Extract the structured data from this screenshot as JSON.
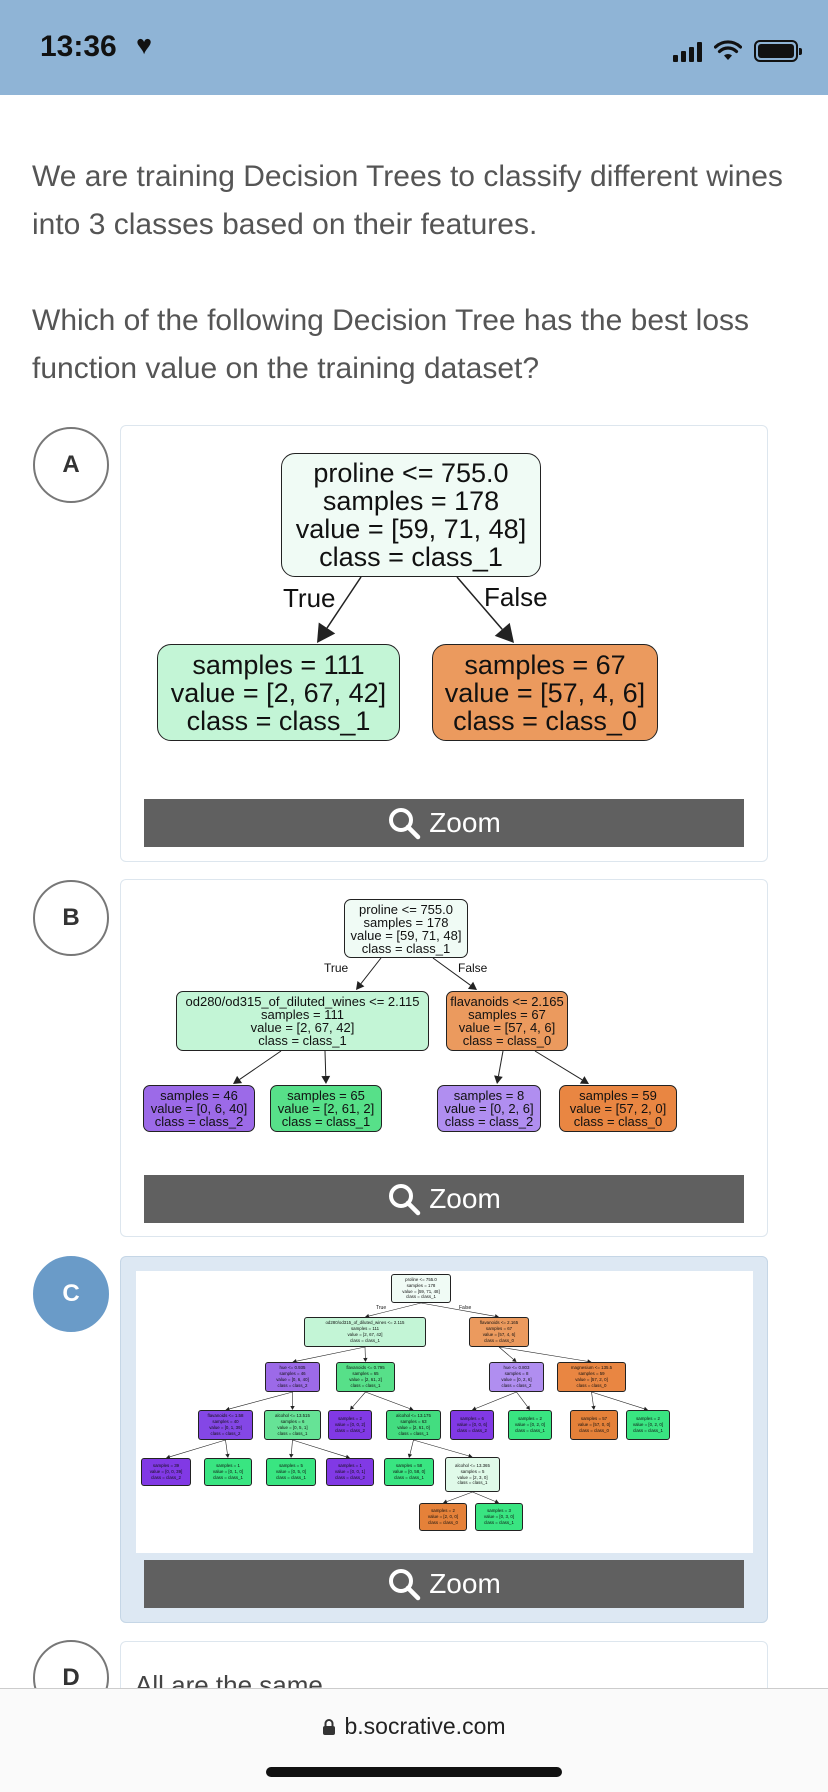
{
  "status": {
    "time": "13:36",
    "heart": "♥"
  },
  "question": {
    "line1": "We are training Decision Trees to classify different wines into 3 classes based on their features.",
    "line2": "Which of the following Decision Tree has the best loss function value on the training dataset?"
  },
  "options": [
    {
      "letter": "A",
      "zoom_label": "Zoom"
    },
    {
      "letter": "B",
      "zoom_label": "Zoom"
    },
    {
      "letter": "C",
      "zoom_label": "Zoom"
    },
    {
      "letter": "D",
      "text": "All are the same"
    }
  ],
  "trees": {
    "a": {
      "root": [
        "proline <= 755.0",
        "samples = 178",
        "value = [59, 71, 48]",
        "class = class_1"
      ],
      "true_label": "True",
      "false_label": "False",
      "left": [
        "samples = 111",
        "value = [2, 67, 42]",
        "class = class_1"
      ],
      "right": [
        "samples = 67",
        "value = [57, 4, 6]",
        "class = class_0"
      ]
    },
    "b": {
      "root": [
        "proline <= 755.0",
        "samples = 178",
        "value = [59, 71, 48]",
        "class = class_1"
      ],
      "true_label": "True",
      "false_label": "False",
      "l": [
        "od280/od315_of_diluted_wines <= 2.115",
        "samples = 111",
        "value = [2, 67, 42]",
        "class = class_1"
      ],
      "r": [
        "flavanoids <= 2.165",
        "samples = 67",
        "value = [57, 4, 6]",
        "class = class_0"
      ],
      "ll": [
        "samples = 46",
        "value = [0, 6, 40]",
        "class = class_2"
      ],
      "lr": [
        "samples = 65",
        "value = [2, 61, 2]",
        "class = class_1"
      ],
      "rl": [
        "samples = 8",
        "value = [0, 2, 6]",
        "class = class_2"
      ],
      "rr": [
        "samples = 59",
        "value = [57, 2, 0]",
        "class = class_0"
      ]
    },
    "c": {
      "true_label": "True",
      "false_label": "False",
      "nodes": [
        {
          "id": "root",
          "lines": [
            "proline <= 755.0",
            "samples = 178",
            "value = [59, 71, 48]",
            "class = class_1"
          ],
          "fill": "#f0fbf5"
        },
        {
          "id": "l",
          "lines": [
            "od280/od315_of_diluted_wines <= 2.115",
            "samples = 111",
            "value = [2, 67, 42]",
            "class = class_1"
          ],
          "fill": "#c3f5d6"
        },
        {
          "id": "r",
          "lines": [
            "flavanoids <= 2.165",
            "samples = 67",
            "value = [57, 4, 6]",
            "class = class_0"
          ],
          "fill": "#eb9a5e"
        },
        {
          "id": "ll",
          "lines": [
            "hue <= 0.935",
            "samples = 46",
            "value = [0, 6, 40]",
            "class = class_2"
          ],
          "fill": "#9c6ae8"
        },
        {
          "id": "lr",
          "lines": [
            "flavanoids <= 0.795",
            "samples = 65",
            "value = [2, 61, 2]",
            "class = class_1"
          ],
          "fill": "#57e089"
        },
        {
          "id": "rl",
          "lines": [
            "hue <= 0.803",
            "samples = 8",
            "value = [0, 2, 6]",
            "class = class_2"
          ],
          "fill": "#b08ef0"
        },
        {
          "id": "rr",
          "lines": [
            "magnesium <= 135.5",
            "samples = 59",
            "value = [57, 2, 0]",
            "class = class_0"
          ],
          "fill": "#e98642"
        },
        {
          "id": "lll",
          "lines": [
            "flavanoids <= 1.58",
            "samples = 40",
            "value = [0, 1, 39]",
            "class = class_2"
          ],
          "fill": "#8447e6"
        },
        {
          "id": "llr",
          "lines": [
            "alcohol <= 13.515",
            "samples = 6",
            "value = [0, 5, 1]",
            "class = class_1"
          ],
          "fill": "#66e396"
        },
        {
          "id": "lrl",
          "lines": [
            "samples = 2",
            "value = [0, 0, 2]",
            "class = class_2"
          ],
          "fill": "#8139e5"
        },
        {
          "id": "lrr",
          "lines": [
            "alcohol <= 13.175",
            "samples = 63",
            "value = [2, 61, 0]",
            "class = class_1"
          ],
          "fill": "#43dd80"
        },
        {
          "id": "rll",
          "lines": [
            "samples = 6",
            "value = [0, 0, 6]",
            "class = class_2"
          ],
          "fill": "#8139e5"
        },
        {
          "id": "rlr",
          "lines": [
            "samples = 2",
            "value = [0, 2, 0]",
            "class = class_1"
          ],
          "fill": "#39e581"
        },
        {
          "id": "rrl",
          "lines": [
            "samples = 57",
            "value = [57, 0, 0]",
            "class = class_0"
          ],
          "fill": "#e58139"
        },
        {
          "id": "rrr",
          "lines": [
            "samples = 2",
            "value = [0, 2, 0]",
            "class = class_1"
          ],
          "fill": "#39e581"
        },
        {
          "id": "llll",
          "lines": [
            "samples = 39",
            "value = [0, 0, 39]",
            "class = class_2"
          ],
          "fill": "#8139e5"
        },
        {
          "id": "lllr",
          "lines": [
            "samples = 1",
            "value = [0, 1, 0]",
            "class = class_1"
          ],
          "fill": "#39e581"
        },
        {
          "id": "llrl",
          "lines": [
            "samples = 5",
            "value = [0, 5, 0]",
            "class = class_1"
          ],
          "fill": "#39e581"
        },
        {
          "id": "llrr",
          "lines": [
            "samples = 1",
            "value = [0, 0, 1]",
            "class = class_2"
          ],
          "fill": "#8139e5"
        },
        {
          "id": "lrrl",
          "lines": [
            "samples = 58",
            "value = [0, 58, 0]",
            "class = class_1"
          ],
          "fill": "#39e581"
        },
        {
          "id": "lrrr",
          "lines": [
            "alcohol <= 13.365",
            "samples = 5",
            "value = [2, 3, 0]",
            "class = class_1"
          ],
          "fill": "#e0fae9"
        },
        {
          "id": "lrrrl",
          "lines": [
            "samples = 2",
            "value = [2, 0, 0]",
            "class = class_0"
          ],
          "fill": "#e58139"
        },
        {
          "id": "lrrrr",
          "lines": [
            "samples = 3",
            "value = [0, 3, 0]",
            "class = class_1"
          ],
          "fill": "#39e581"
        }
      ],
      "edges": [
        [
          "root",
          "l"
        ],
        [
          "root",
          "r"
        ],
        [
          "l",
          "ll"
        ],
        [
          "l",
          "lr"
        ],
        [
          "r",
          "rl"
        ],
        [
          "r",
          "rr"
        ],
        [
          "ll",
          "lll"
        ],
        [
          "ll",
          "llr"
        ],
        [
          "lr",
          "lrl"
        ],
        [
          "lr",
          "lrr"
        ],
        [
          "rl",
          "rll"
        ],
        [
          "rl",
          "rlr"
        ],
        [
          "rr",
          "rrl"
        ],
        [
          "rr",
          "rrr"
        ],
        [
          "lll",
          "llll"
        ],
        [
          "lll",
          "lllr"
        ],
        [
          "llr",
          "llrl"
        ],
        [
          "llr",
          "llrr"
        ],
        [
          "lrr",
          "lrrl"
        ],
        [
          "lrr",
          "lrrr"
        ],
        [
          "lrrr",
          "lrrrl"
        ],
        [
          "lrrr",
          "lrrrr"
        ]
      ]
    }
  },
  "colors": {
    "class_0": "#e58139",
    "class_1": "#39e581",
    "class_2": "#8139e5",
    "selected_circle": "#6a9bc8",
    "status_bar": "#8fb4d6"
  },
  "browser": {
    "url": "b.socrative.com"
  }
}
